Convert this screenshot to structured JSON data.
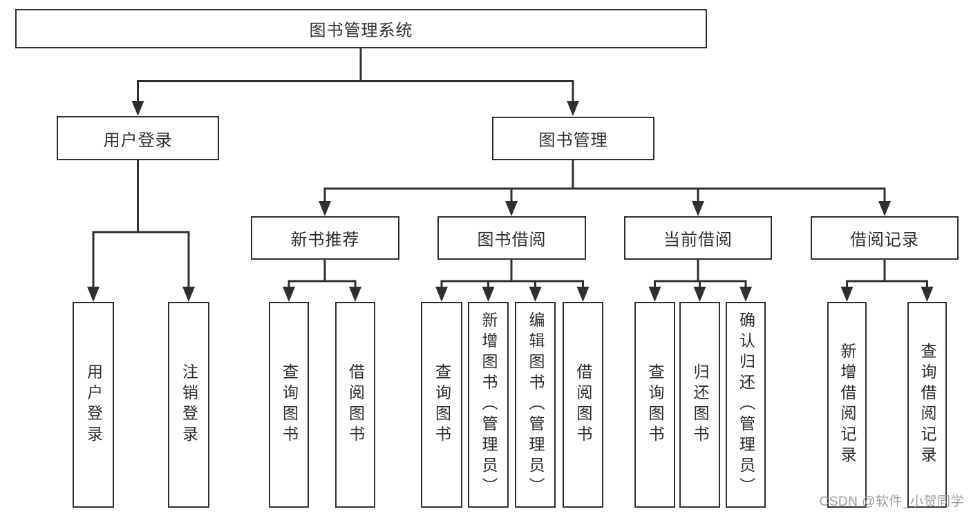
{
  "colors": {
    "line": "#2f2f2f",
    "text": "#2d2d2d",
    "background": "#ffffff",
    "watermark": "#9c9c9c"
  },
  "watermark": {
    "text": "CSDN @软件_小贺同学"
  },
  "tree": {
    "label": "图书管理系统",
    "children": [
      {
        "label": "用户登录",
        "children": [
          {
            "label": "用户登录"
          },
          {
            "label": "注销登录"
          }
        ]
      },
      {
        "label": "图书管理",
        "children": [
          {
            "label": "新书推荐",
            "children": [
              {
                "label": "查询图书"
              },
              {
                "label": "借阅图书"
              }
            ]
          },
          {
            "label": "图书借阅",
            "children": [
              {
                "label": "查询图书"
              },
              {
                "label": "新增图书（管理员）"
              },
              {
                "label": "编辑图书（管理员）"
              },
              {
                "label": "借阅图书"
              }
            ]
          },
          {
            "label": "当前借阅",
            "children": [
              {
                "label": "查询图书"
              },
              {
                "label": "归还图书"
              },
              {
                "label": "确认归还（管理员）"
              }
            ]
          },
          {
            "label": "借阅记录",
            "children": [
              {
                "label": "新增借阅记录"
              },
              {
                "label": "查询借阅记录"
              }
            ]
          }
        ]
      }
    ]
  }
}
